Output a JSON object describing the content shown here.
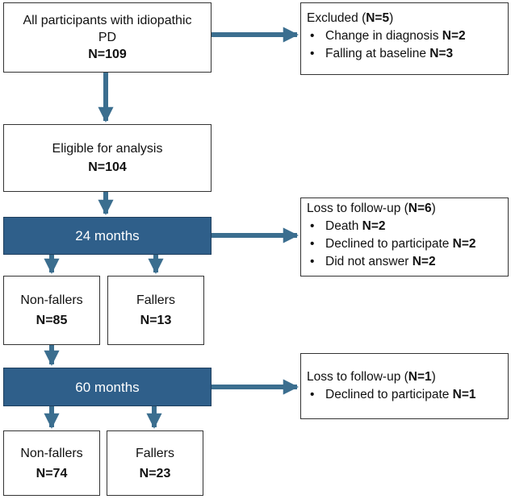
{
  "start": {
    "line1": "All participants with idiopathic",
    "line2": "PD",
    "n": "N=109"
  },
  "excluded": {
    "title": "Excluded (",
    "title_n": "N=5",
    "title_close": ")",
    "items": [
      {
        "text": "Change in diagnosis ",
        "n": "N=2"
      },
      {
        "text": "Falling at baseline ",
        "n": "N=3"
      }
    ]
  },
  "eligible": {
    "label": "Eligible for analysis",
    "n": "N=104"
  },
  "m24": {
    "label": "24 months"
  },
  "loss24": {
    "title": "Loss to follow-up (",
    "title_n": "N=6",
    "title_close": ")",
    "items": [
      {
        "text": "Death ",
        "n": "N=2"
      },
      {
        "text": "Declined to participate ",
        "n": "N=2"
      },
      {
        "text": "Did not answer ",
        "n": "N=2"
      }
    ]
  },
  "nonfallers24": {
    "label": "Non-fallers",
    "n": "N=85"
  },
  "fallers24": {
    "label": "Fallers",
    "n": "N=13"
  },
  "m60": {
    "label": "60 months"
  },
  "loss60": {
    "title": "Loss to follow-up (",
    "title_n": "N=1",
    "title_close": ")",
    "items": [
      {
        "text": "Declined to participate ",
        "n": "N=1"
      }
    ]
  },
  "nonfallers60": {
    "label": "Non-fallers",
    "n": "N=74"
  },
  "fallers60": {
    "label": "Fallers",
    "n": "N=23"
  },
  "colors": {
    "arrow": "#3b6e8f",
    "filled_box": "#2f5f8a",
    "border": "#333333"
  }
}
